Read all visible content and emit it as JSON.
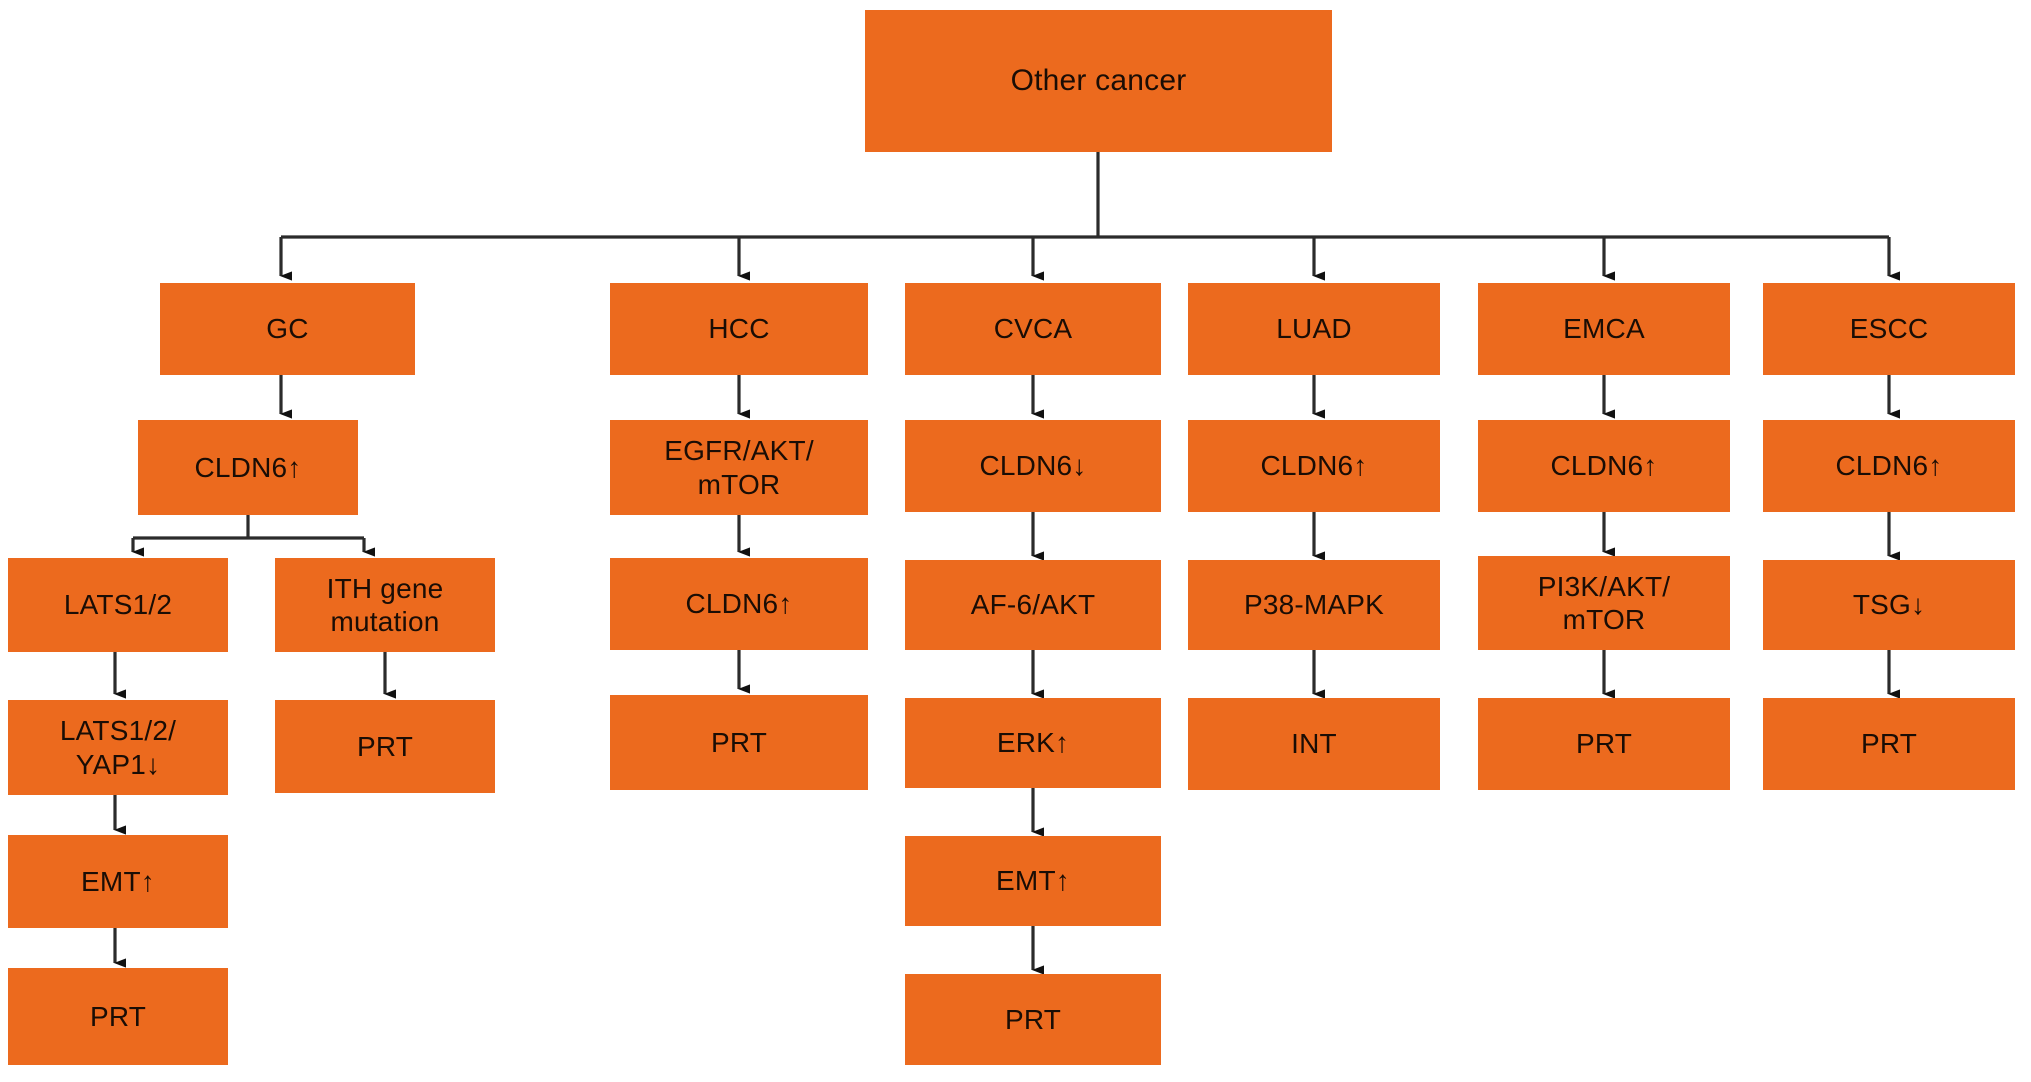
{
  "diagram": {
    "title_node": {
      "label": "Other cancer"
    },
    "branches": [
      {
        "name": "gc",
        "cancer": "GC",
        "steps": [
          "CLDN6↑"
        ],
        "sub_branches": [
          {
            "name": "gc-left",
            "steps": [
              "LATS1/2",
              "LATS1/2/\nYAP1↓",
              "EMT↑",
              "PRT"
            ]
          },
          {
            "name": "gc-right",
            "steps": [
              "ITH gene\nmutation",
              "PRT"
            ]
          }
        ]
      },
      {
        "name": "hcc",
        "cancer": "HCC",
        "steps": [
          "EGFR/AKT/\nmTOR",
          "CLDN6↑",
          "PRT"
        ],
        "sub_branches": []
      },
      {
        "name": "cvca",
        "cancer": "CVCA",
        "steps": [
          "CLDN6↓",
          "AF-6/AKT",
          "ERK↑",
          "EMT↑",
          "PRT"
        ],
        "sub_branches": []
      },
      {
        "name": "luad",
        "cancer": "LUAD",
        "steps": [
          "CLDN6↑",
          "P38-MAPK",
          "INT"
        ],
        "sub_branches": []
      },
      {
        "name": "emca",
        "cancer": "EMCA",
        "steps": [
          "CLDN6↑",
          "PI3K/AKT/\nmTOR",
          "PRT"
        ],
        "sub_branches": []
      },
      {
        "name": "escc",
        "cancer": "ESCC",
        "steps": [
          "CLDN6↑",
          "TSG↓",
          "PRT"
        ],
        "sub_branches": []
      }
    ]
  },
  "colors": {
    "node_fill": "#EC6A1E",
    "node_text": "#1a0d05",
    "edge": "#2b2b2b",
    "background": "#ffffff"
  },
  "nodes": {
    "root": "Other cancer",
    "gc": "GC",
    "gc_cldn6": "CLDN6↑",
    "gc_lats": "LATS1/2",
    "gc_lats_yap1": "LATS1/2/\nYAP1↓",
    "gc_emt": "EMT↑",
    "gc_prt": "PRT",
    "gc_ith": "ITH gene\nmutation",
    "gc_ith_prt": "PRT",
    "hcc": "HCC",
    "hcc_egfr": "EGFR/AKT/\nmTOR",
    "hcc_cldn6": "CLDN6↑",
    "hcc_prt": "PRT",
    "cvca": "CVCA",
    "cvca_cldn6": "CLDN6↓",
    "cvca_af6": "AF-6/AKT",
    "cvca_erk": "ERK↑",
    "cvca_emt": "EMT↑",
    "cvca_prt": "PRT",
    "luad": "LUAD",
    "luad_cldn6": "CLDN6↑",
    "luad_p38": "P38-MAPK",
    "luad_int": "INT",
    "emca": "EMCA",
    "emca_cldn6": "CLDN6↑",
    "emca_pi3k": "PI3K/AKT/\nmTOR",
    "emca_prt": "PRT",
    "escc": "ESCC",
    "escc_cldn6": "CLDN6↑",
    "escc_tsg": "TSG↓",
    "escc_prt": "PRT"
  }
}
